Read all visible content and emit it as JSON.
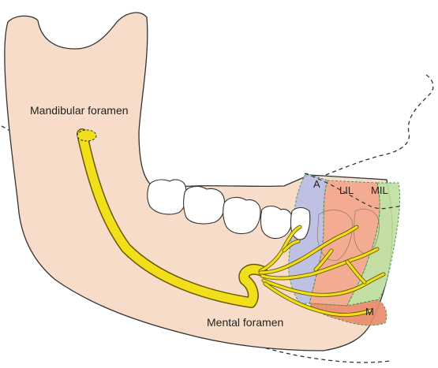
{
  "labels": {
    "mandibular_foramen": "Mandibular foramen",
    "mental_foramen": "Mental foramen",
    "zone_a": "A",
    "zone_lil": "LIL",
    "zone_mil": "MIL",
    "zone_m": "M"
  },
  "colors": {
    "bone": "#f7ddc9",
    "outline": "#333333",
    "nerve": "#f2df1c",
    "nerve_edge": "#6b5a00",
    "zone_a": "#b8bfe6",
    "zone_lil": "#f3a78c",
    "zone_mil": "#bfe0a0",
    "zone_m": "#e98a6a",
    "zone_border": "#3f8f4f"
  }
}
